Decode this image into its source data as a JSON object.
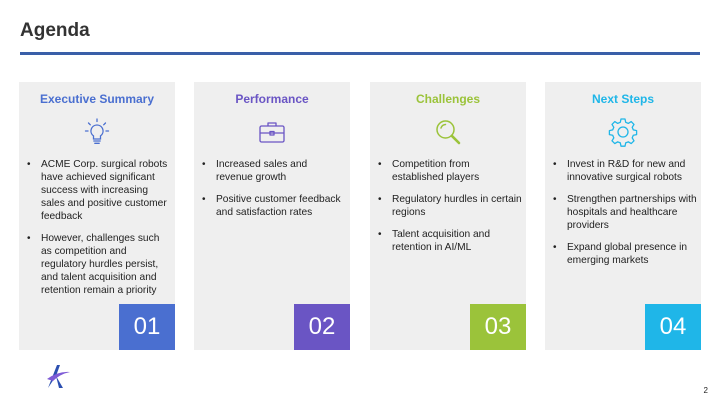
{
  "slide": {
    "title": "Agenda",
    "page_number": "2"
  },
  "colors": {
    "title_rule": "#3a5fa8",
    "card_bg": "#efefef",
    "blue": "#4a6fd0",
    "purple": "#6a55c4",
    "green": "#9bc33a",
    "cyan": "#1fb6e8"
  },
  "cards": [
    {
      "heading": "Executive Summary",
      "icon": "lightbulb-icon",
      "bullets": [
        "ACME Corp. surgical robots have achieved significant success with increasing sales and positive customer feedback",
        "However, challenges such as competition and regulatory hurdles persist, and talent acquisition and retention remain a priority"
      ],
      "number": "01"
    },
    {
      "heading": "Performance",
      "icon": "briefcase-icon",
      "bullets": [
        "Increased sales and revenue growth",
        "Positive customer feedback and satisfaction rates"
      ],
      "number": "02"
    },
    {
      "heading": "Challenges",
      "icon": "magnifier-icon",
      "bullets": [
        "Competition from established players",
        "Regulatory hurdles in certain regions",
        "Talent acquisition and retention in AI/ML"
      ],
      "number": "03"
    },
    {
      "heading": "Next Steps",
      "icon": "gear-icon",
      "bullets": [
        "Invest in R&D for new and innovative surgical robots",
        "Strengthen partnerships with hospitals and healthcare providers",
        "Expand global presence in emerging markets"
      ],
      "number": "04"
    }
  ]
}
